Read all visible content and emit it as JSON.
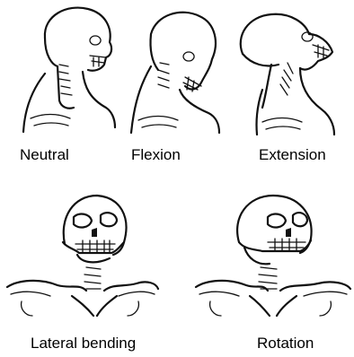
{
  "labels": {
    "neutral": "Neutral",
    "flexion": "Flexion",
    "extension": "Extension",
    "lateral_bending": "Lateral bending",
    "rotation": "Rotation"
  }
}
